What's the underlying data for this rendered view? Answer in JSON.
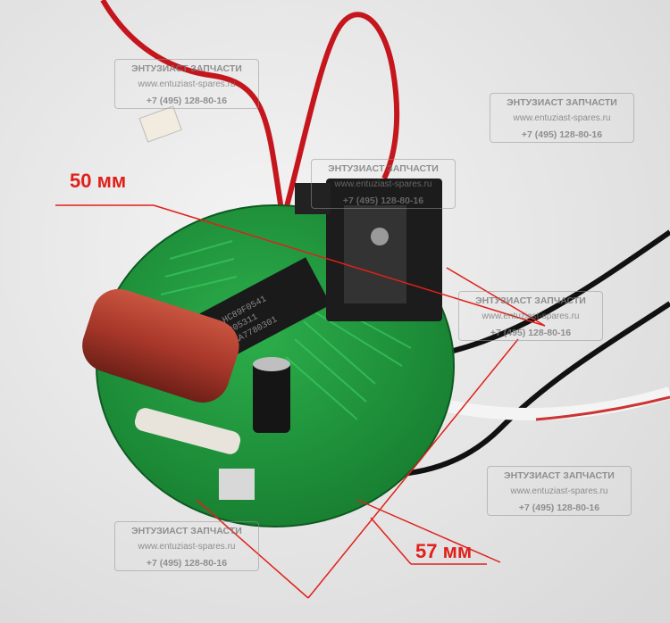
{
  "dimensions": {
    "width_label": "50 мм",
    "height_label": "57 мм"
  },
  "watermark": {
    "title": "ЭНТУЗИАСТ ЗАПЧАСТИ",
    "site": "www.entuziast-spares.ru",
    "phone": "+7 (495) 128-80-16"
  },
  "chip": {
    "line1": "HC89F0541",
    "line2": "205311",
    "line3": "AA7780301"
  },
  "colors": {
    "pcb": "#1f9a3c",
    "dimension": "#e0201a",
    "capacitor": "#a8372a"
  }
}
